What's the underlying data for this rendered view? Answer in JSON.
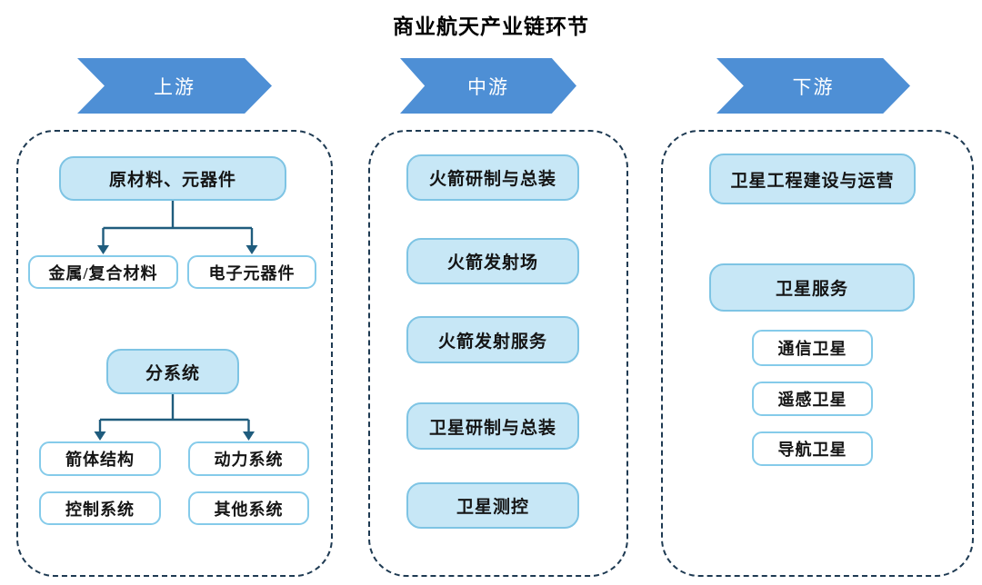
{
  "title": "商业航天产业链环节",
  "colors": {
    "arrow_blue": "#4E8FD5",
    "filled_box_fill": "#C7E7F6",
    "filled_box_border": "#7EC4E4",
    "white_box_border": "#85CBEA",
    "connector_line": "#1F5C7D",
    "container_dash": "#1E3A52",
    "header_text": "#FFFFFF",
    "box_text": "#151515"
  },
  "columns": [
    {
      "header": "上游",
      "nodes": {
        "materials": "原材料、元器件",
        "metal": "金属/复合材料",
        "electronic": "电子元器件",
        "subsystem": "分系统",
        "rocket_body": "箭体结构",
        "power": "动力系统",
        "control": "控制系统",
        "other": "其他系统"
      }
    },
    {
      "header": "中游",
      "nodes": {
        "rocket_dev": "火箭研制与总装",
        "launch_site": "火箭发射场",
        "launch_service": "火箭发射服务",
        "satellite_dev": "卫星研制与总装",
        "satellite_ttc": "卫星测控"
      }
    },
    {
      "header": "下游",
      "nodes": {
        "sat_engineering": "卫星工程建设与运营",
        "sat_service": "卫星服务",
        "comm_sat": "通信卫星",
        "remote_sat": "遥感卫星",
        "nav_sat": "导航卫星"
      }
    }
  ]
}
